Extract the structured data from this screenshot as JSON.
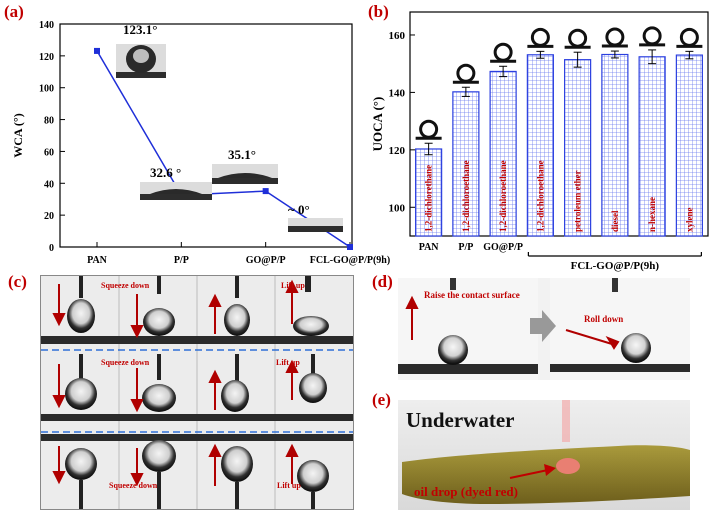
{
  "figure": {
    "panel_a": {
      "label": "(a)",
      "angle_labels": [
        "123.1°",
        "32.6 °",
        "35.1°",
        "~ 0°"
      ]
    },
    "panel_b": {
      "label": "(b)",
      "bar_labels": [
        "1,2-dichlorethane",
        "1,2-dichloroethane",
        "1,2-dichloroethane",
        "1,2-dichloroethane",
        "petroleum ether",
        "diesel",
        "n-hexane",
        "xylene"
      ],
      "group_label": "FCL-GO@P/P(9h)"
    },
    "panel_c": {
      "label": "(c)",
      "squeeze_labels": [
        "Squeeze down",
        "Squeeze down",
        "Squeeze down"
      ],
      "lift_labels": [
        "Lift up",
        "Lift up",
        "Lift up"
      ]
    },
    "panel_d": {
      "label": "(d)",
      "raise_text": "Raise the contact surface",
      "roll_text": "Roll down"
    },
    "panel_e": {
      "label": "(e)",
      "underwater_text": "Underwater",
      "oil_text": "oil drop (dyed  red)"
    }
  },
  "chart_data": [
    {
      "type": "line",
      "categories": [
        "PAN",
        "P/P",
        "GO@P/P",
        "FCL-GO@P/P(9h)"
      ],
      "values": [
        123.1,
        32.6,
        35.1,
        0
      ],
      "ylabel": "WCA (°)",
      "ylim": [
        0,
        140
      ],
      "yticks": [
        0,
        20,
        40,
        60,
        80,
        100,
        120,
        140
      ],
      "color": "#1f2fd8"
    },
    {
      "type": "bar",
      "categories": [
        "PAN",
        "P/P",
        "GO@P/P",
        "",
        "",
        "",
        "",
        ""
      ],
      "values": [
        120.3,
        140.2,
        147.3,
        153.1,
        151.4,
        153.2,
        152.4,
        153.0
      ],
      "errors": [
        2.0,
        1.6,
        1.8,
        1.2,
        2.6,
        1.2,
        2.4,
        1.3
      ],
      "ylabel": "UOCA (°)",
      "ylim": [
        90,
        168
      ],
      "yticks": [
        100,
        120,
        140,
        160
      ],
      "color": "#2b3fe0"
    }
  ]
}
